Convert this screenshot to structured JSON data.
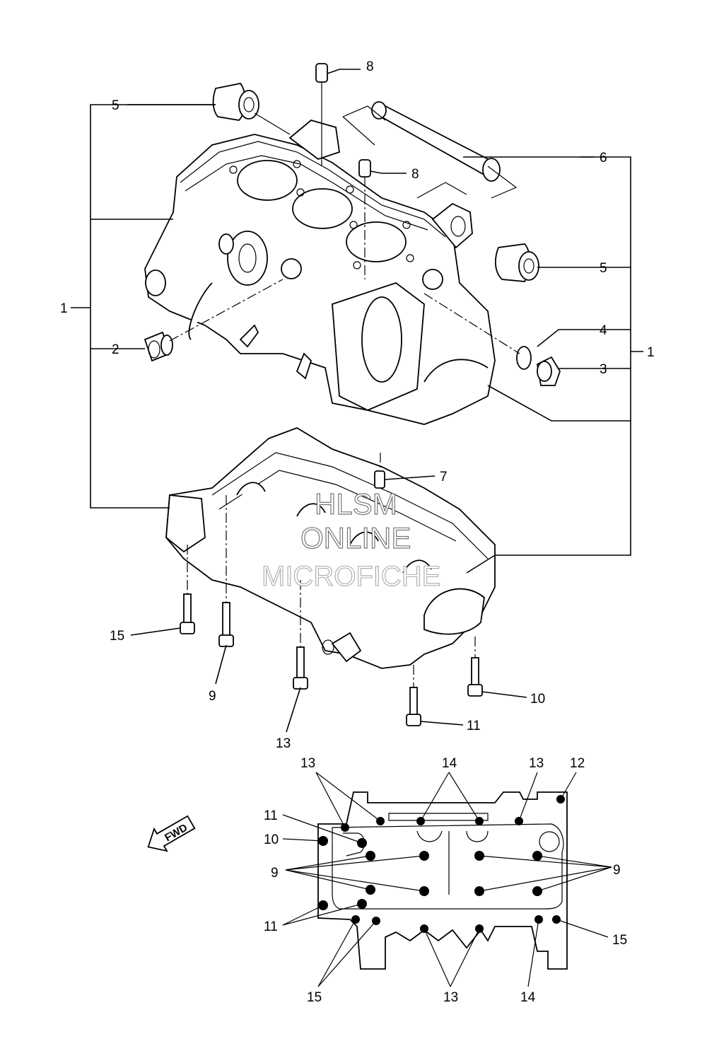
{
  "callouts": {
    "c1_left": "1",
    "c1_right": "1",
    "c2": "2",
    "c3": "3",
    "c4": "4",
    "c5_left": "5",
    "c5_right": "5",
    "c6": "6",
    "c7": "7",
    "c8_top": "8",
    "c8_mid": "8",
    "c9_bolt": "9",
    "c10_bolt": "10",
    "c11_bolt": "11",
    "c13_bolt": "13",
    "c15_bolt": "15"
  },
  "layout_diagram": {
    "c13_tl": "13",
    "c14_top": "14",
    "c13_tr": "13",
    "c12": "12",
    "c11_upper": "11",
    "c10": "10",
    "c9_left": "9",
    "c9_right": "9",
    "c11_lower": "11",
    "c15_right": "15",
    "c15_bottom": "15",
    "c13_bottom": "13",
    "c14_bottom": "14"
  },
  "fwd_label": "FWD",
  "watermark": {
    "line1": "HLSM",
    "line2": "ONLINE",
    "line3": "MICROFICHE"
  }
}
